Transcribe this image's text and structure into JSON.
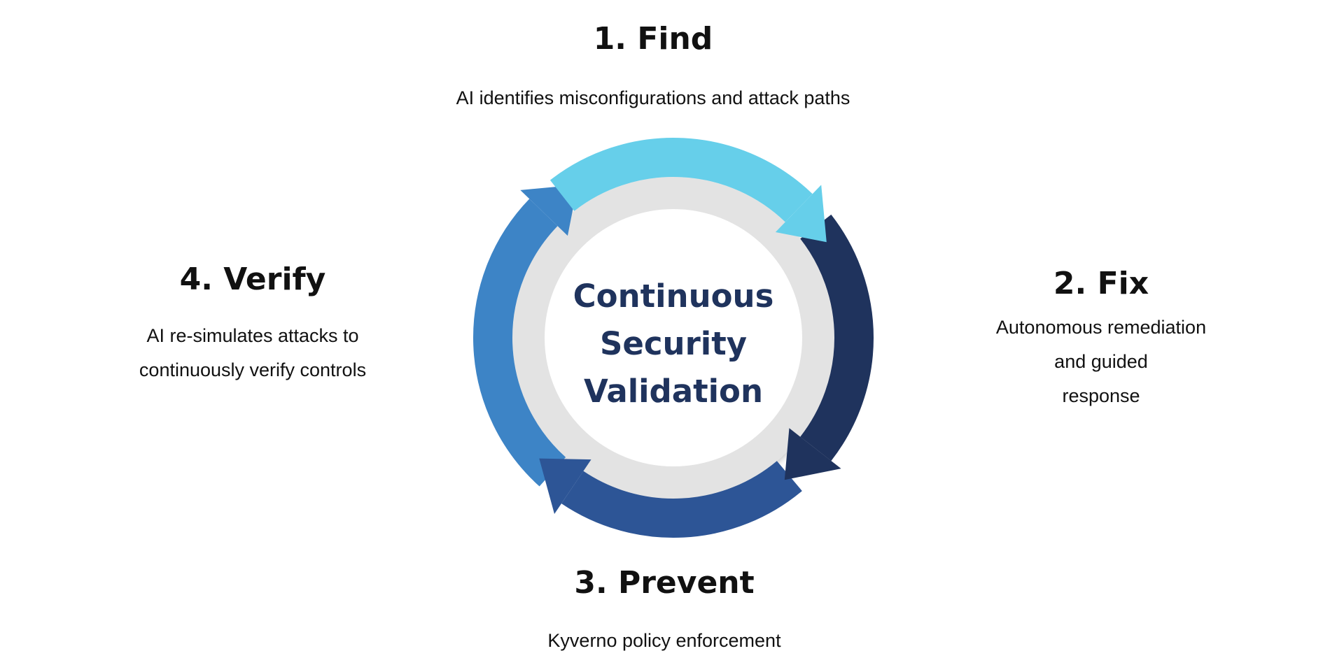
{
  "center": {
    "lines": [
      "Continuous",
      "Security",
      "Validation"
    ]
  },
  "steps": [
    {
      "title": "1. Find",
      "desc": [
        "AI identifies misconfigurations and attack paths"
      ],
      "color": "#66CFEA"
    },
    {
      "title": "2. Fix",
      "desc": [
        "Autonomous remediation and guided",
        "response"
      ],
      "color": "#1F335D"
    },
    {
      "title": "3. Prevent",
      "desc": [
        "Kyverno policy enforcement"
      ],
      "color": "#2D5596"
    },
    {
      "title": "4. Verify",
      "desc": [
        "AI re-simulates attacks to",
        "continuously verify controls"
      ],
      "color": "#3D84C6"
    }
  ],
  "colors": {
    "ring": "#E3E3E3",
    "center_text": "#1F335D"
  }
}
